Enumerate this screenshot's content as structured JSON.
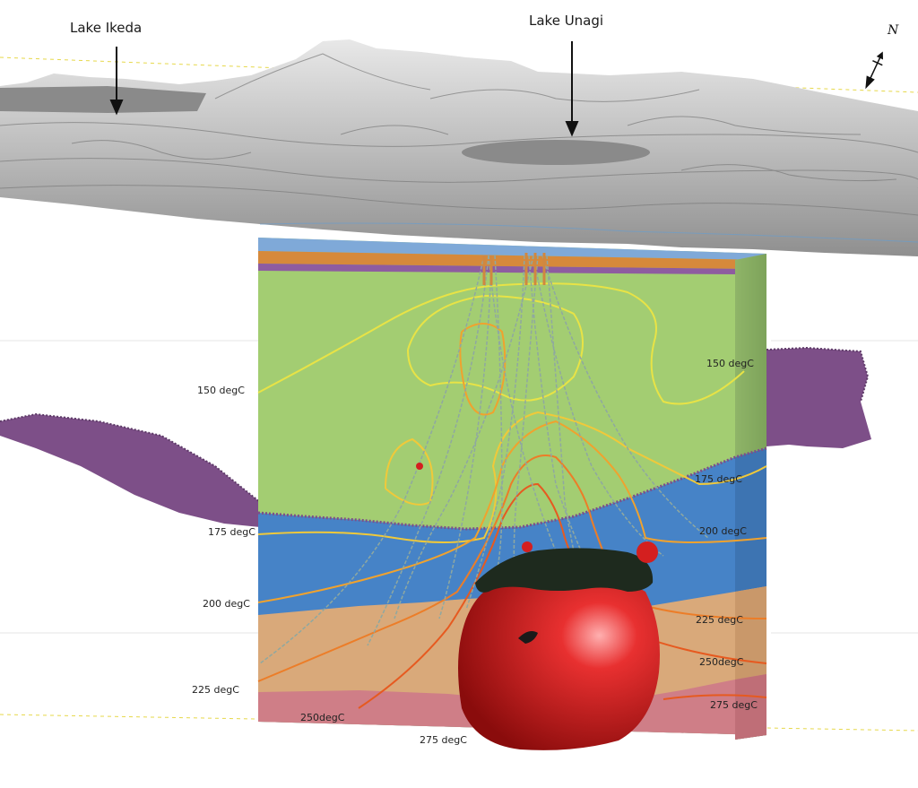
{
  "lakes": {
    "ikeda": "Lake Ikeda",
    "unagi": "Lake Unagi"
  },
  "north_symbol": "N",
  "isotherm_labels": {
    "left_150": "150 degC",
    "left_175": "175 degC",
    "left_200": "200 degC",
    "left_225": "225 degC",
    "left_250": "250degC",
    "bottom_275": "275 degC",
    "right_150": "150 degC",
    "right_175": "175 degC",
    "right_200": "200 degC",
    "right_225": "225 degC",
    "right_250": "250degC",
    "right_275": "275 degC"
  },
  "colors": {
    "terrain": "#b9b9b9",
    "lake_surface": "#8a8a8a",
    "top_layer_blue": "#7fa9d8",
    "orange_layer": "#d6893b",
    "purple_layer": "#8e5ca0",
    "green_layer": "#a3cd72",
    "blue_layer": "#4683c7",
    "tan_layer": "#d9a97a",
    "pink_layer": "#cf7e87",
    "purple_surface": "#7d4f88",
    "heat_body": "#d41f1f",
    "isotherm_150": "#e8e346",
    "isotherm_175": "#f0c93a",
    "isotherm_200": "#f0a22e",
    "isotherm_225": "#ec7d28",
    "isotherm_250": "#e65a20"
  }
}
